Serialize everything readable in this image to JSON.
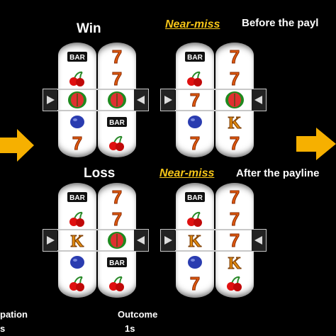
{
  "labels": {
    "win": "Win",
    "near_miss_top": "Near-miss",
    "before_payline": "Before the payl",
    "loss": "Loss",
    "near_miss_bottom": "Near-miss",
    "after_payline": "After the payline",
    "anticipation": "pation",
    "anticipation_time": "s",
    "outcome": "Outcome",
    "outcome_time": "1s"
  },
  "symbols": {
    "bar_text": "BAR",
    "k_text": "K",
    "seven_text": "7"
  },
  "machines": [
    {
      "name": "win",
      "left": [
        "bar",
        "cherry",
        "watermelon",
        "plum",
        "seven"
      ],
      "right": [
        "seven",
        "seven",
        "watermelon",
        "bar",
        "cherry"
      ]
    },
    {
      "name": "near-miss-before",
      "left": [
        "bar",
        "cherry",
        "seven",
        "plum",
        "seven"
      ],
      "right": [
        "seven",
        "seven",
        "watermelon",
        "k",
        "seven"
      ]
    },
    {
      "name": "loss",
      "left": [
        "bar",
        "cherry",
        "k",
        "plum",
        "cherry"
      ],
      "right": [
        "seven",
        "seven",
        "watermelon",
        "bar",
        "cherry"
      ]
    },
    {
      "name": "near-miss-after",
      "left": [
        "bar",
        "cherry",
        "k",
        "plum",
        "seven"
      ],
      "right": [
        "seven",
        "seven",
        "seven",
        "k",
        "cherry"
      ]
    }
  ],
  "colors": {
    "accent": "#f5c518",
    "arrow": "#f6b000",
    "background": "#000000"
  }
}
